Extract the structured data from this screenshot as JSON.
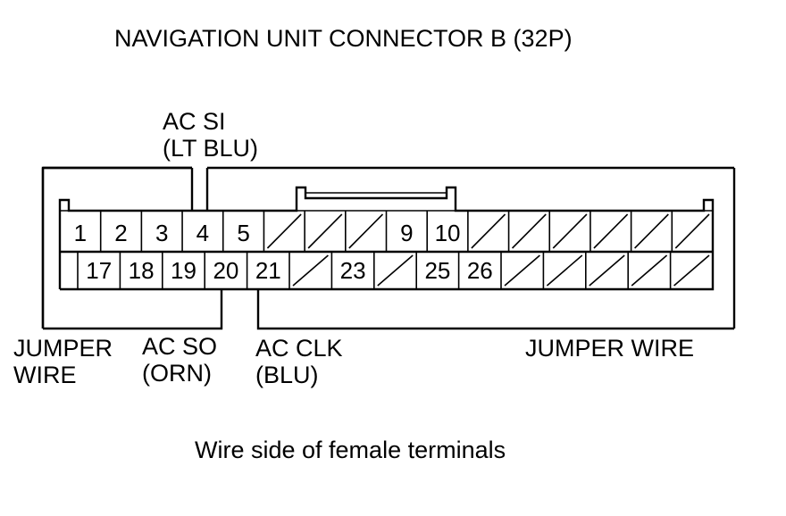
{
  "title": "NAVIGATION UNIT CONNECTOR B (32P)",
  "caption": "Wire side of female terminals",
  "wire_labels": {
    "ac_si": [
      "AC SI",
      "(LT BLU)"
    ],
    "ac_so": [
      "AC SO",
      "(ORN)"
    ],
    "ac_clk": [
      "AC CLK",
      "(BLU)"
    ],
    "jumper_left": [
      "JUMPER",
      "WIRE"
    ],
    "jumper_right": [
      "JUMPER WIRE"
    ]
  },
  "terminals": {
    "row1": [
      "1",
      "2",
      "3",
      "4",
      "5",
      "",
      "",
      "",
      "9",
      "10",
      "",
      "",
      "",
      "",
      "",
      ""
    ],
    "row2": [
      "",
      "17",
      "18",
      "19",
      "20",
      "21",
      "",
      "23",
      "",
      "25",
      "26",
      "",
      "",
      "",
      "",
      ""
    ]
  }
}
